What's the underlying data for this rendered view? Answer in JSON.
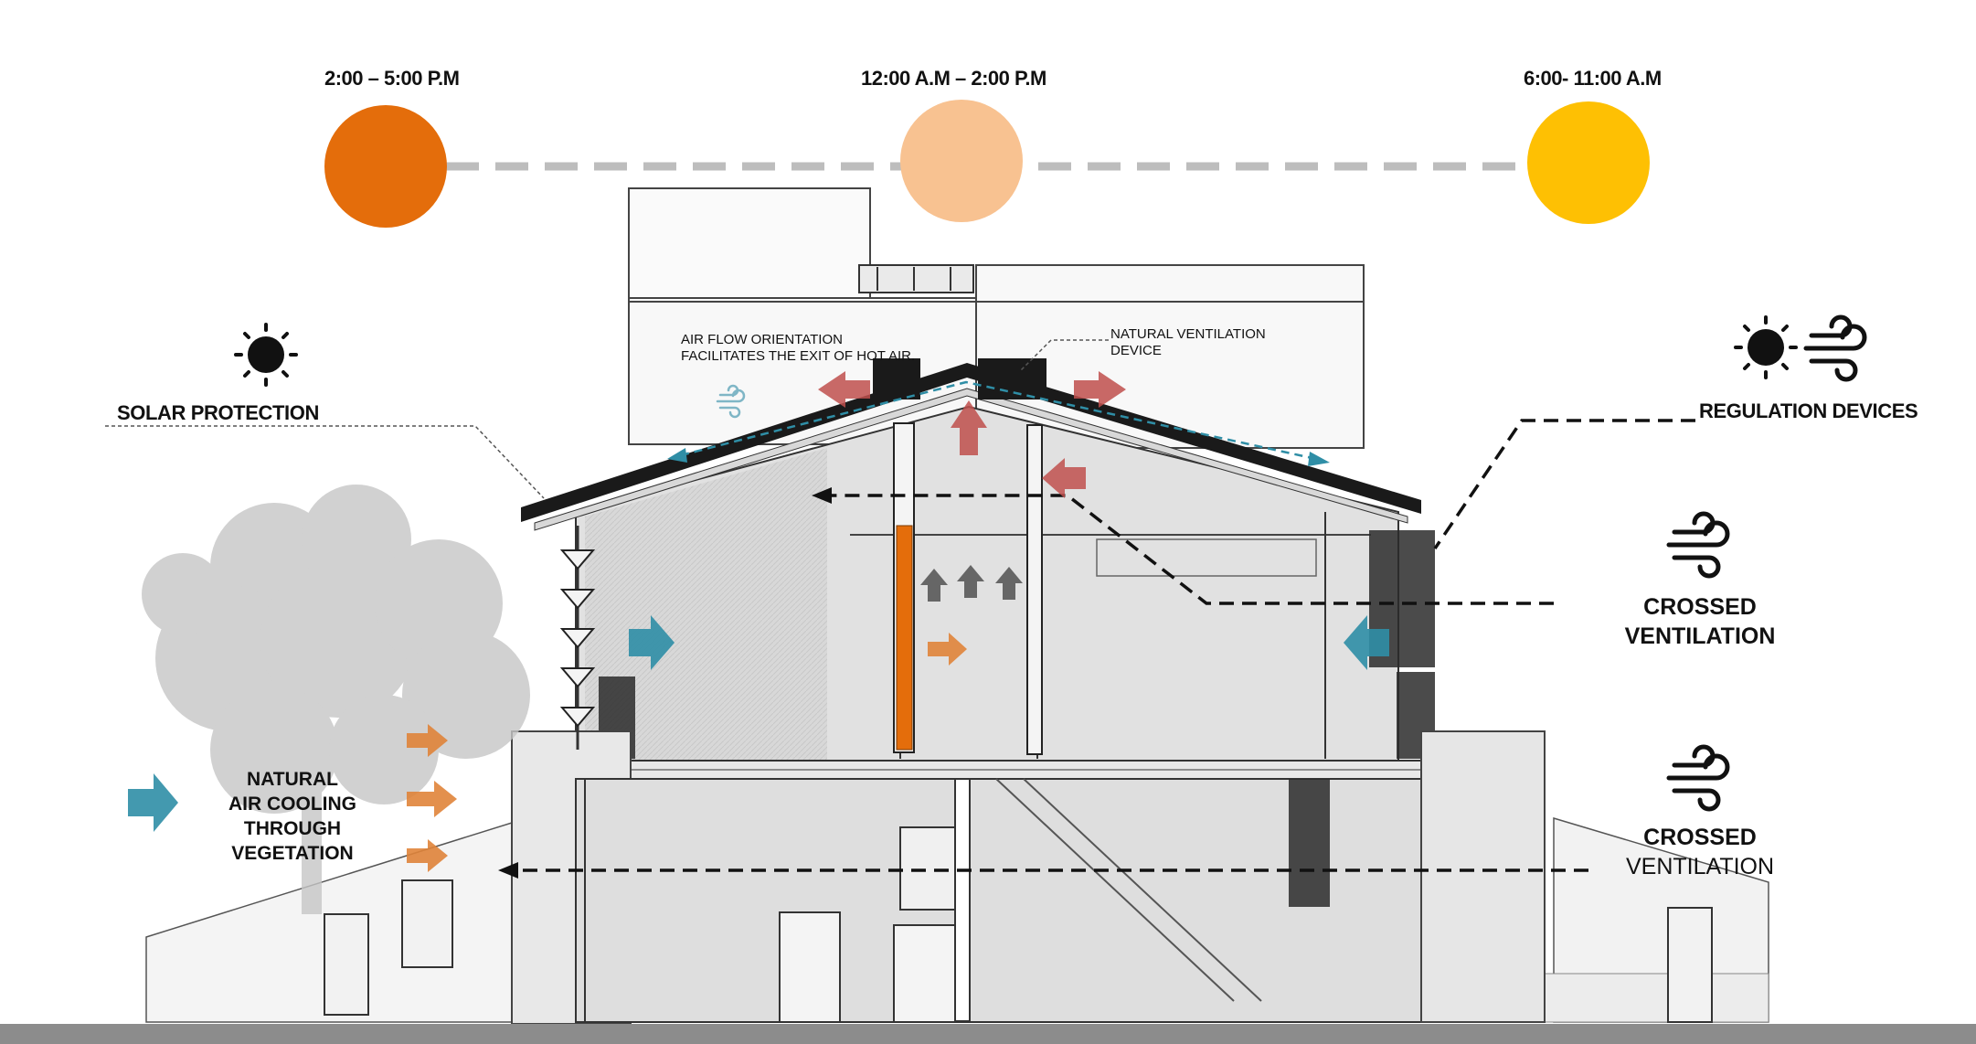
{
  "timeline": {
    "labels": [
      "2:00 – 5:00 P.M",
      "12:00 A.M – 2:00 P.M",
      "6:00- 11:00 A.M"
    ],
    "colors": [
      "#e46d0b",
      "#f8c291",
      "#fec003"
    ]
  },
  "annotations": {
    "airflow_line1": "AIR FLOW ORIENTATION",
    "airflow_line2": "FACILITATES THE EXIT OF HOT AIR.",
    "ventilation_device_line1": "NATURAL VENTILATION",
    "ventilation_device_line2": "DEVICE",
    "solar_protection": "SOLAR PROTECTION",
    "regulation_devices": "REGULATION DEVICES",
    "crossed_upper_line1": "CROSSED",
    "crossed_upper_line2": "VENTILATION",
    "crossed_lower_line1": "CROSSED",
    "crossed_lower_line2": "VENTILATION",
    "cooling_line1": "NATURAL",
    "cooling_line2": "AIR COOLING",
    "cooling_line3": "THROUGH",
    "cooling_line4": "VEGETATION"
  },
  "colors": {
    "cool_air": "#2f8ea6",
    "hot_air": "#c0504d",
    "warm_air": "#e0843a",
    "column": "#e46d0b",
    "roof": "#1a1a1a",
    "building": "#dcdcdc"
  }
}
